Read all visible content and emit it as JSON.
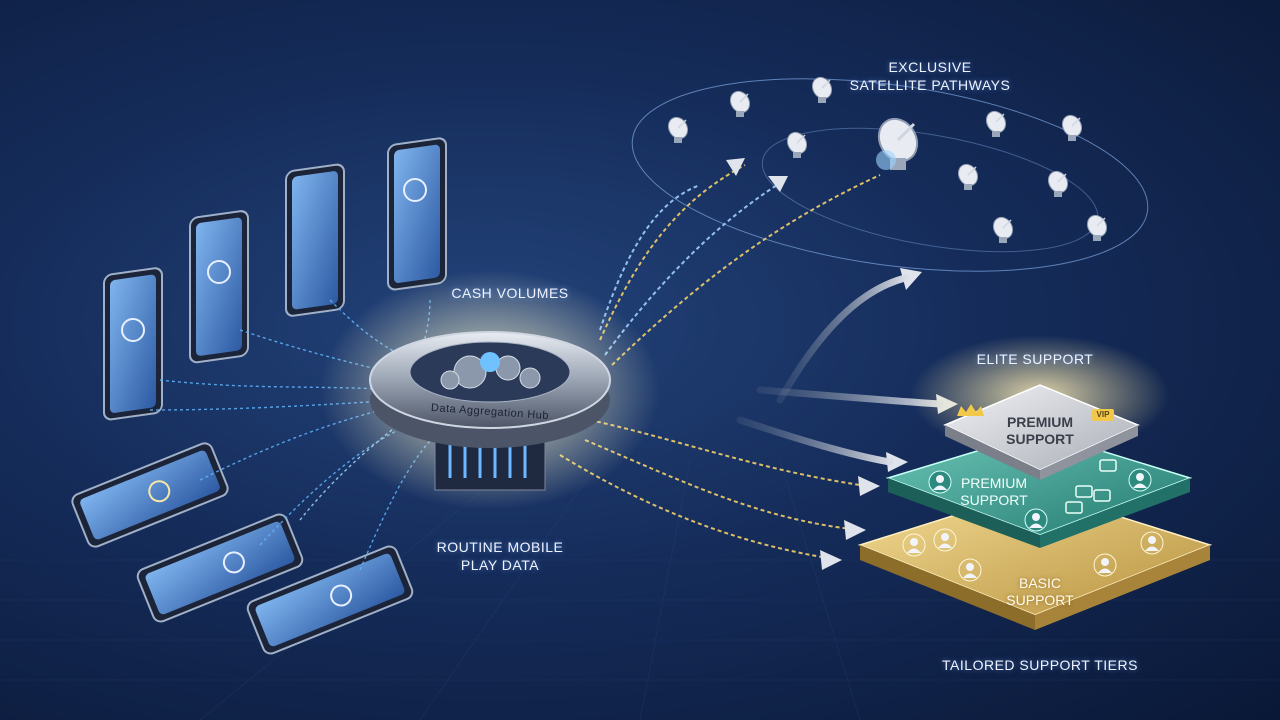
{
  "labels": {
    "satellite_line1": "Exclusive",
    "satellite_line2": "Satellite Pathways",
    "cash_volumes": "Cash Volumes",
    "routine_line1": "Routine Mobile",
    "routine_line2": "Play Data",
    "hub": "Data Aggregation Hub",
    "elite_support": "Elite Support",
    "tailored": "Tailored Support Tiers"
  },
  "tiers": {
    "top_line1": "PREMIUM",
    "top_line2": "SUPPORT",
    "middle_line1": "PREMIUM",
    "middle_line2": "SUPPORT",
    "bottom_line1": "BASIC",
    "bottom_line2": "SUPPORT",
    "vip_badge": "VIP"
  },
  "colors": {
    "blue_stream": "#5fb6ff",
    "gold_stream": "#f2cf6a",
    "tier_top": "#c9ccd3",
    "tier_middle": "#3fa79b",
    "tier_bottom": "#d7b866"
  },
  "icons": [
    "smartphone-icon",
    "satellite-dish-icon",
    "gear-icon",
    "user-icon",
    "chat-bubble-icon",
    "crown-icon",
    "arrow-icon"
  ]
}
